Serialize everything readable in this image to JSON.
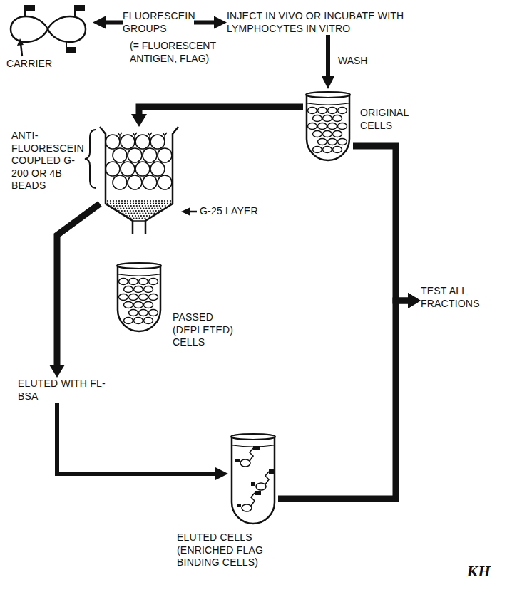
{
  "diagram": {
    "nodes": [
      {
        "text": [
          "CARRIER"
        ]
      },
      {
        "text": [
          "FLUORESCEIN GROUPS"
        ]
      },
      {
        "text": [
          "INJECT IN VIVO OR INCUBATE WITH LYMPHOCYTES IN VITRO"
        ]
      },
      {
        "text": [
          "ORIGINAL CELLS"
        ]
      },
      {
        "text": [
          "ANTI- FLUORESCEIN COUPLED G-200 OR 4B BEADS",
          "G-25 LAYER"
        ]
      },
      {
        "text": [
          "PASSED (DEPLETED) CELLS"
        ]
      },
      {
        "text": [
          "ELUTED WITH FL-BSA"
        ]
      },
      {
        "text": [
          "ELUTED CELLS (ENRICHED FLAG BINDING CELLS)"
        ]
      },
      {
        "text": [
          "TEST ALL FRACTIONS"
        ]
      }
    ],
    "edges": [
      {
        "from": 1,
        "to": 0,
        "arrow": "to"
      },
      {
        "from": 1,
        "to": 2,
        "arrow": "to"
      },
      {
        "from": 2,
        "to": 3,
        "label": "WASH",
        "arrow": "to"
      },
      {
        "from": 3,
        "to": 4,
        "arrow": "to"
      },
      {
        "from": 4,
        "to": 6,
        "arrow": "to"
      },
      {
        "from": 6,
        "to": 7,
        "arrow": "to"
      },
      {
        "from": 3,
        "to": 8,
        "arrow": "to"
      },
      {
        "from": 7,
        "to": 8,
        "arrow": "to"
      }
    ],
    "labels": [
      "(= FLUORESCENT ANTIGEN, FLAG)",
      "KH"
    ]
  }
}
